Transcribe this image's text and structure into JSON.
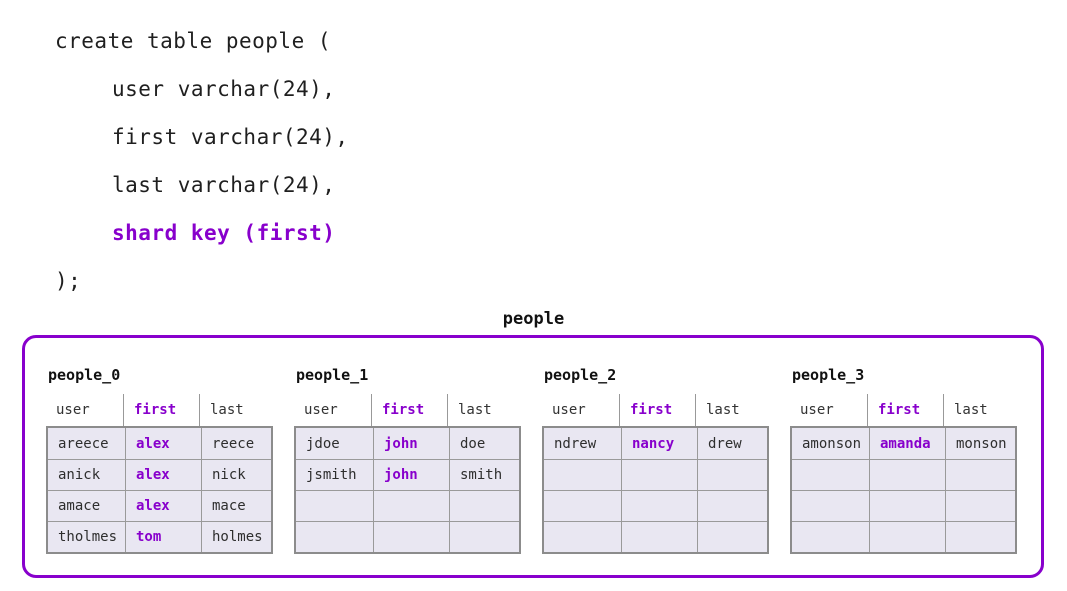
{
  "code": {
    "lines": [
      {
        "text": "create table people (",
        "indent": false,
        "highlight": false
      },
      {
        "text": "user varchar(24),",
        "indent": true,
        "highlight": false
      },
      {
        "text": "first varchar(24),",
        "indent": true,
        "highlight": false
      },
      {
        "text": "last varchar(24),",
        "indent": true,
        "highlight": false
      },
      {
        "text": "shard key (first)",
        "indent": true,
        "highlight": true
      },
      {
        "text": ");",
        "indent": false,
        "highlight": false
      }
    ]
  },
  "cluster": {
    "title": "people",
    "shard_key_column": "first",
    "shards": [
      {
        "name": "people_0",
        "columns": [
          "user",
          "first",
          "last"
        ],
        "rows": [
          [
            "areece",
            "alex",
            "reece"
          ],
          [
            "anick",
            "alex",
            "nick"
          ],
          [
            "amace",
            "alex",
            "mace"
          ],
          [
            "tholmes",
            "tom",
            "holmes"
          ]
        ]
      },
      {
        "name": "people_1",
        "columns": [
          "user",
          "first",
          "last"
        ],
        "rows": [
          [
            "jdoe",
            "john",
            "doe"
          ],
          [
            "jsmith",
            "john",
            "smith"
          ],
          [
            "",
            "",
            ""
          ],
          [
            "",
            "",
            ""
          ]
        ]
      },
      {
        "name": "people_2",
        "columns": [
          "user",
          "first",
          "last"
        ],
        "rows": [
          [
            "ndrew",
            "nancy",
            "drew"
          ],
          [
            "",
            "",
            ""
          ],
          [
            "",
            "",
            ""
          ],
          [
            "",
            "",
            ""
          ]
        ]
      },
      {
        "name": "people_3",
        "columns": [
          "user",
          "first",
          "last"
        ],
        "rows": [
          [
            "amonson",
            "amanda",
            "monson"
          ],
          [
            "",
            "",
            ""
          ],
          [
            "",
            "",
            ""
          ],
          [
            "",
            "",
            ""
          ]
        ]
      }
    ]
  },
  "colors": {
    "accent_purple": "#8800cc",
    "row_fill": "#e9e7f2",
    "cell_border": "#9a9a9a",
    "text_dark": "#1f1f1f"
  }
}
